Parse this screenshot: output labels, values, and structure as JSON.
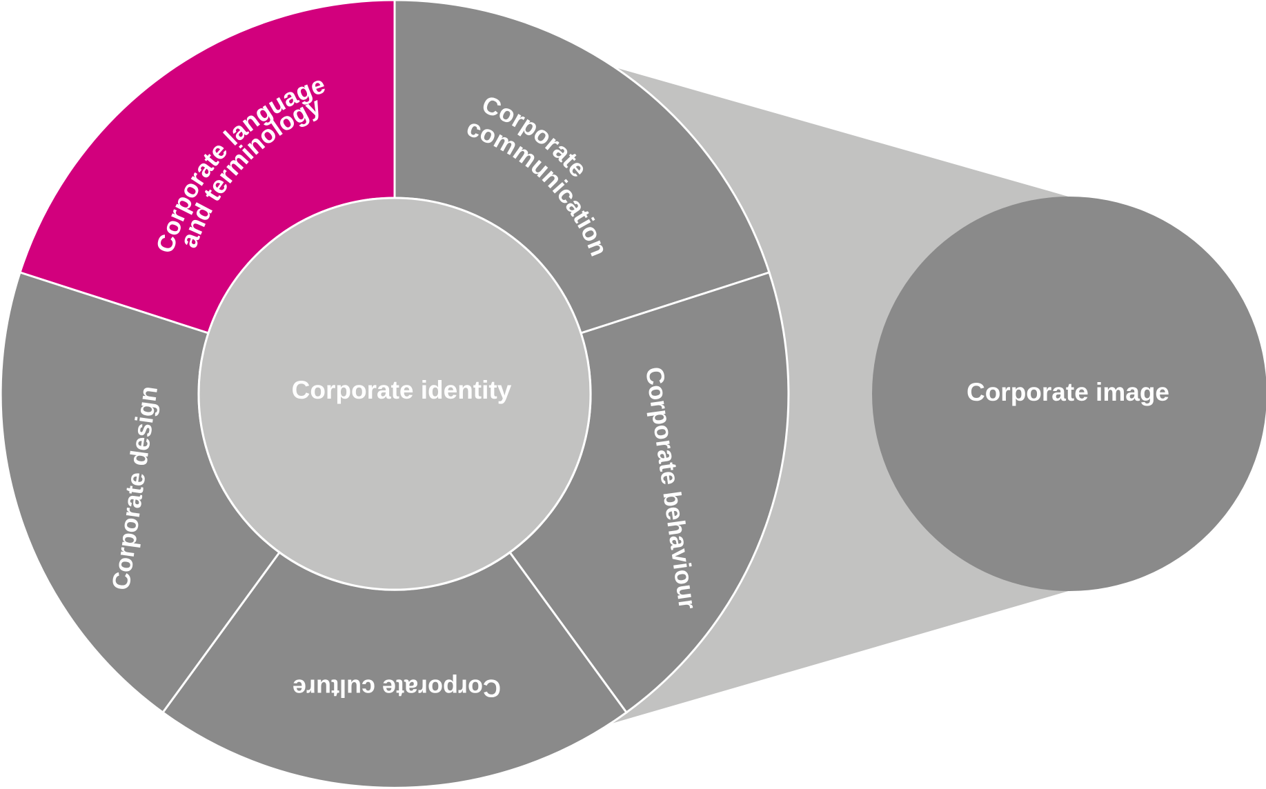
{
  "diagram": {
    "center_label": "Corporate identity",
    "image_label": "Corporate image",
    "segments": {
      "language": {
        "line1": "Corporate language",
        "line2": "and terminology"
      },
      "communication": {
        "line1": "Corporate",
        "line2": "communication"
      },
      "behaviour": {
        "label": "Corporate behaviour"
      },
      "culture": {
        "label": "Corporate culture"
      },
      "design": {
        "label": "Corporate design"
      }
    }
  },
  "colors": {
    "highlight": "#d2007d",
    "segment": "#8a8a8a",
    "center": "#c2c2c1",
    "funnel": "#c2c2c1",
    "image_circle": "#8a8a8a",
    "divider": "#ffffff",
    "text": "#ffffff"
  }
}
